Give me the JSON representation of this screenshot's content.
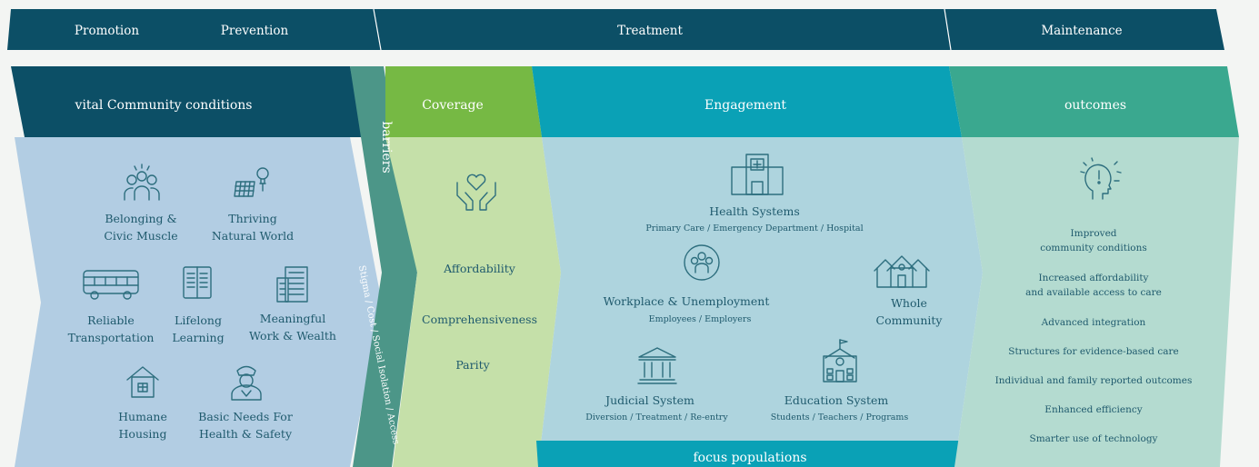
{
  "header": {
    "promotion": "Promotion",
    "prevention": "Prevention",
    "treatment": "Treatment",
    "maintenance": "Maintenance"
  },
  "colors": {
    "navy": "#0c4f66",
    "teal_barrier": "#4c9688",
    "green_coverage": "#76b944",
    "cyan_engagement": "#0aa1b6",
    "teal_outcomes": "#3aa88f",
    "panel_blue": "#b2cde3",
    "panel_green": "#c5e0a9",
    "panel_lightblue": "#aed4de",
    "panel_mint": "#b4dbd0"
  },
  "community": {
    "title": "vital Community conditions",
    "items": [
      {
        "icon": "people-icon",
        "line1": "Belonging &",
        "line2": "Civic Muscle"
      },
      {
        "icon": "solar-bulb-icon",
        "line1": "Thriving",
        "line2": "Natural World"
      },
      {
        "icon": "bus-icon",
        "line1": "Reliable",
        "line2": "Transportation"
      },
      {
        "icon": "book-icon",
        "line1": "Lifelong",
        "line2": "Learning"
      },
      {
        "icon": "office-building-icon",
        "line1": "Meaningful",
        "line2": "Work & Wealth"
      },
      {
        "icon": "house-icon",
        "line1": "Humane",
        "line2": "Housing"
      },
      {
        "icon": "officer-icon",
        "line1": "Basic Needs For",
        "line2": "Health & Safety"
      }
    ]
  },
  "barriers": {
    "title": "barriers",
    "list": "Stigma / Cost / Social Isolation / Access"
  },
  "coverage": {
    "title": "Coverage",
    "icon": "hands-heart-icon",
    "items": [
      "Affordability",
      "Comprehensiveness",
      "Parity"
    ]
  },
  "engagement": {
    "title": "Engagement",
    "health": {
      "icon": "hospital-icon",
      "title": "Health Systems",
      "sub": "Primary Care  /  Emergency Department  /  Hospital"
    },
    "workplace": {
      "icon": "group-circle-icon",
      "title": "Workplace & Unemployment",
      "sub": "Employees  /  Employers"
    },
    "community": {
      "icon": "houses-icon",
      "line1": "Whole",
      "line2": "Community"
    },
    "judicial": {
      "icon": "courthouse-icon",
      "title": "Judicial System",
      "sub": "Diversion  /  Treatment  /  Re-entry"
    },
    "education": {
      "icon": "school-icon",
      "title": "Education System",
      "sub": "Students  /  Teachers  /  Programs"
    },
    "focus": "focus populations"
  },
  "outcomes": {
    "title": "outcomes",
    "icon": "head-exclamation-icon",
    "items": [
      {
        "line1": "Improved",
        "line2": "community conditions"
      },
      {
        "line1": "Increased affordability",
        "line2": "and available access to care"
      },
      {
        "line1": "Advanced integration"
      },
      {
        "line1": "Structures for evidence-based care"
      },
      {
        "line1": "Individual and family reported outcomes"
      },
      {
        "line1": "Enhanced efficiency"
      },
      {
        "line1": "Smarter use of technology"
      }
    ]
  }
}
